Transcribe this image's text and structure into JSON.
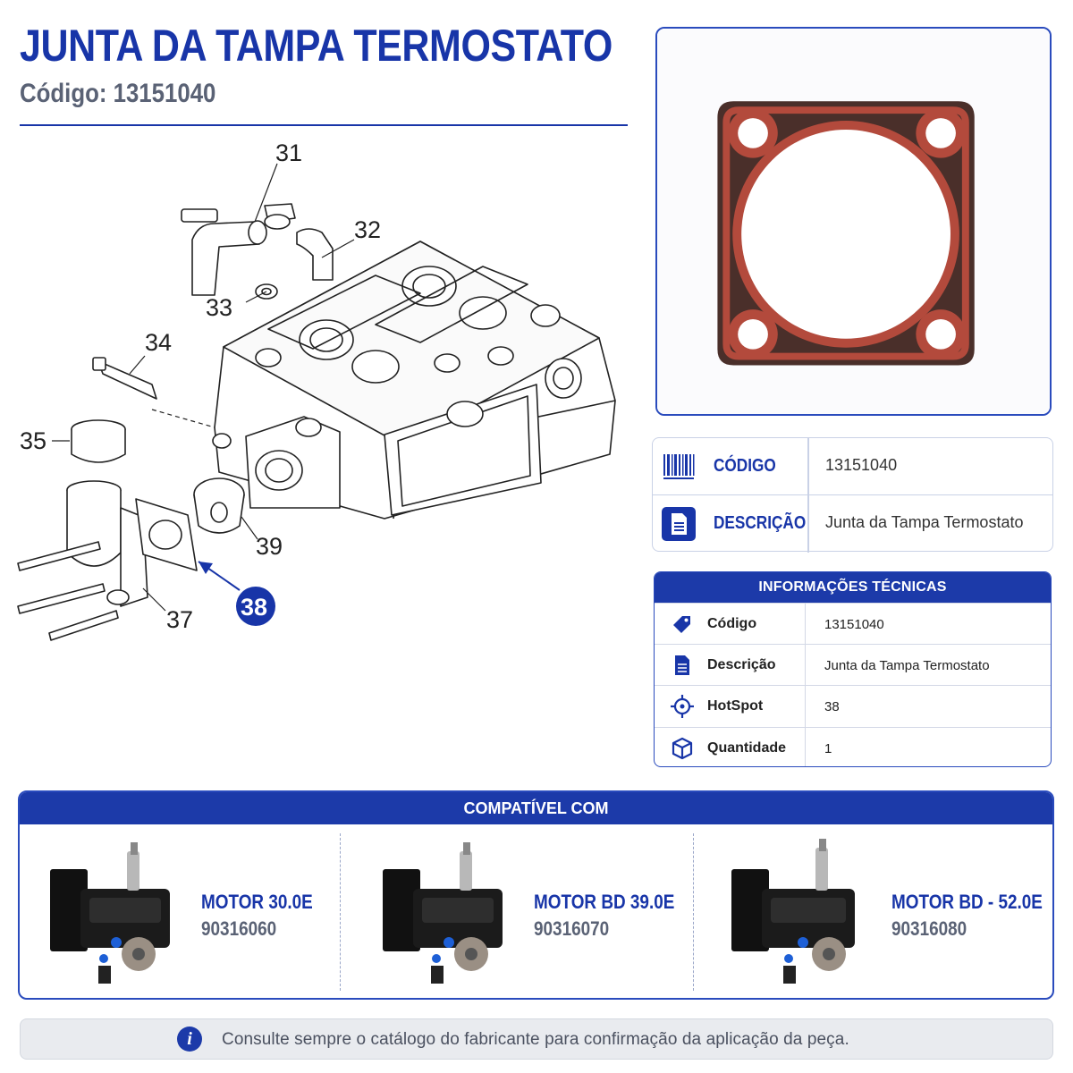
{
  "header": {
    "title": "JUNTA DA TAMPA TERMOSTATO",
    "code_line": "Código: 13151040"
  },
  "diagram": {
    "callouts": [
      "31",
      "32",
      "33",
      "34",
      "35",
      "37",
      "38",
      "39"
    ],
    "highlighted": "38",
    "highlight_color": "#1835a8"
  },
  "id_card": {
    "rows": [
      {
        "icon": "barcode-icon",
        "label": "CÓDIGO",
        "value": "13151040"
      },
      {
        "icon": "document-icon",
        "label": "DESCRIÇÃO",
        "value": "Junta da Tampa Termostato"
      }
    ]
  },
  "tech_info": {
    "title": "INFORMAÇÕES TÉCNICAS",
    "rows": [
      {
        "icon": "tag-icon",
        "label": "Código",
        "value": "13151040"
      },
      {
        "icon": "document-icon",
        "label": "Descrição",
        "value": "Junta da Tampa Termostato"
      },
      {
        "icon": "crosshair-icon",
        "label": "HotSpot",
        "value": "38"
      },
      {
        "icon": "cube-icon",
        "label": "Quantidade",
        "value": "1"
      }
    ]
  },
  "compatible": {
    "title": "COMPATÍVEL COM",
    "items": [
      {
        "name": "MOTOR 30.0E",
        "code": "90316060"
      },
      {
        "name": "MOTOR BD 39.0E",
        "code": "90316070"
      },
      {
        "name": "MOTOR BD - 52.0E",
        "code": "90316080"
      }
    ]
  },
  "notice": {
    "icon": "info-icon",
    "text": "Consulte sempre o catálogo do fabricante para confirmação da aplicação da peça."
  },
  "colors": {
    "brand_blue": "#1835a8",
    "header_blue": "#1c3aa9",
    "gasket_red": "#b34a3c",
    "gasket_dark": "#4a2f2a"
  }
}
